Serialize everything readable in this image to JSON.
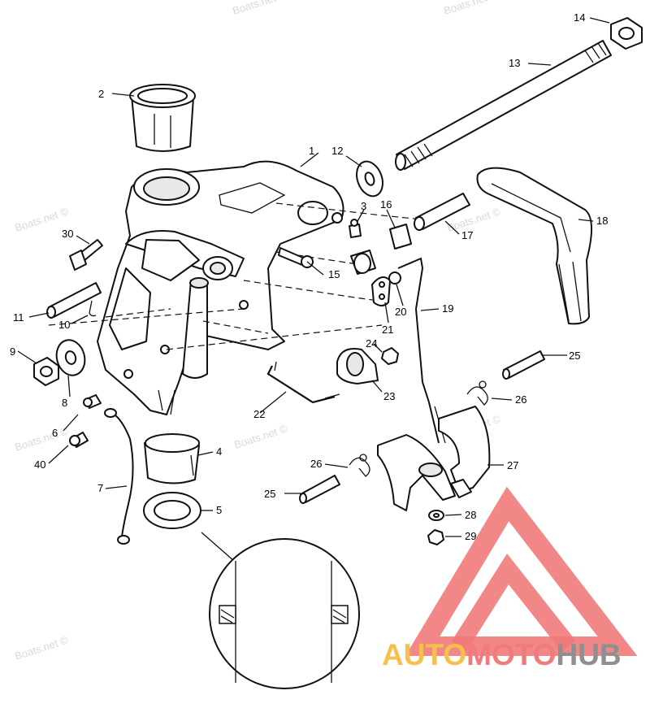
{
  "callouts": [
    "1",
    "2",
    "3",
    "4",
    "5",
    "6",
    "7",
    "8",
    "9",
    "10",
    "11",
    "12",
    "13",
    "14",
    "15",
    "16",
    "17",
    "18",
    "19",
    "20",
    "21",
    "22",
    "23",
    "24",
    "25",
    "26",
    "27",
    "28",
    "29",
    "30",
    "40"
  ],
  "watermark": "Boats.net ©",
  "logo": {
    "text_a": "AUTO",
    "text_b": "MOTO",
    "text_c": "HUB",
    "color_a": "#f6c04e",
    "color_b": "#f07b7b",
    "color_c": "#8f8f8f",
    "triangle_color": "#f17a7a"
  }
}
